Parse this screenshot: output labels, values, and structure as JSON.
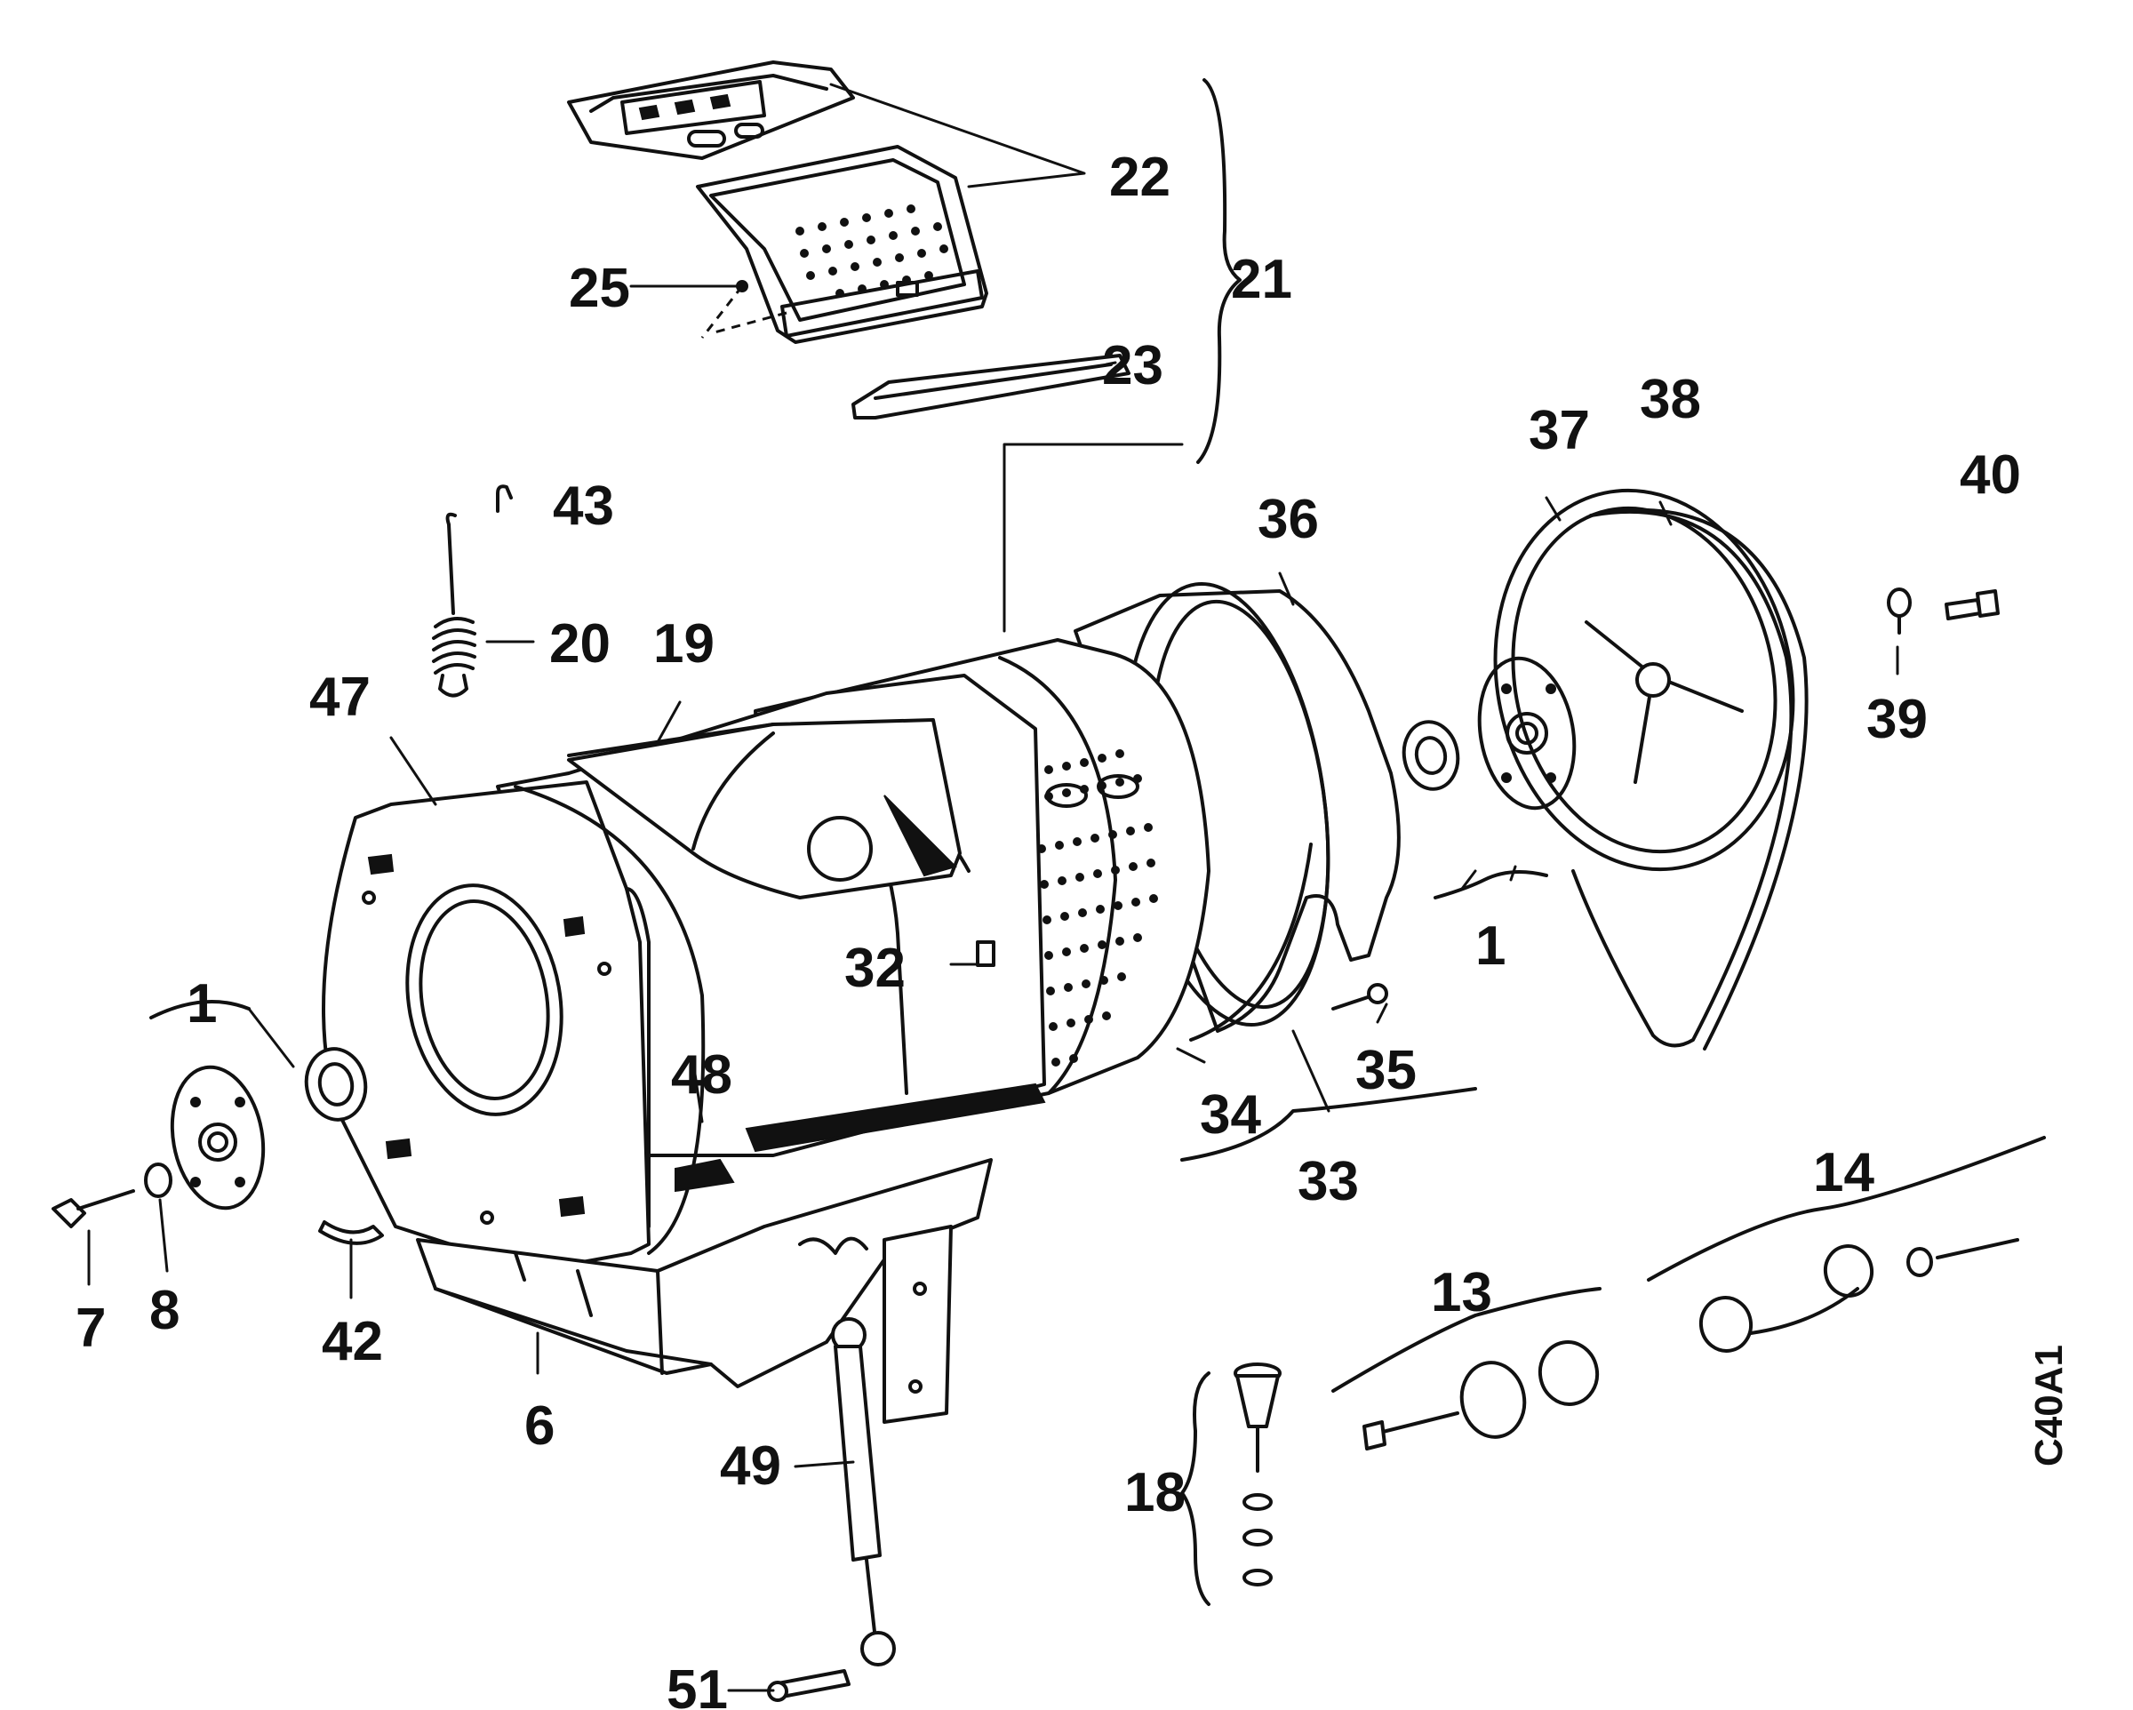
{
  "diagram": {
    "code": "C40A1",
    "callouts": [
      "22",
      "21",
      "25",
      "23",
      "43",
      "20",
      "19",
      "47",
      "36",
      "37",
      "38",
      "40",
      "39",
      "32",
      "1",
      "35",
      "48",
      "34",
      "33",
      "14",
      "13",
      "7",
      "8",
      "42",
      "6",
      "49",
      "18",
      "51"
    ]
  }
}
